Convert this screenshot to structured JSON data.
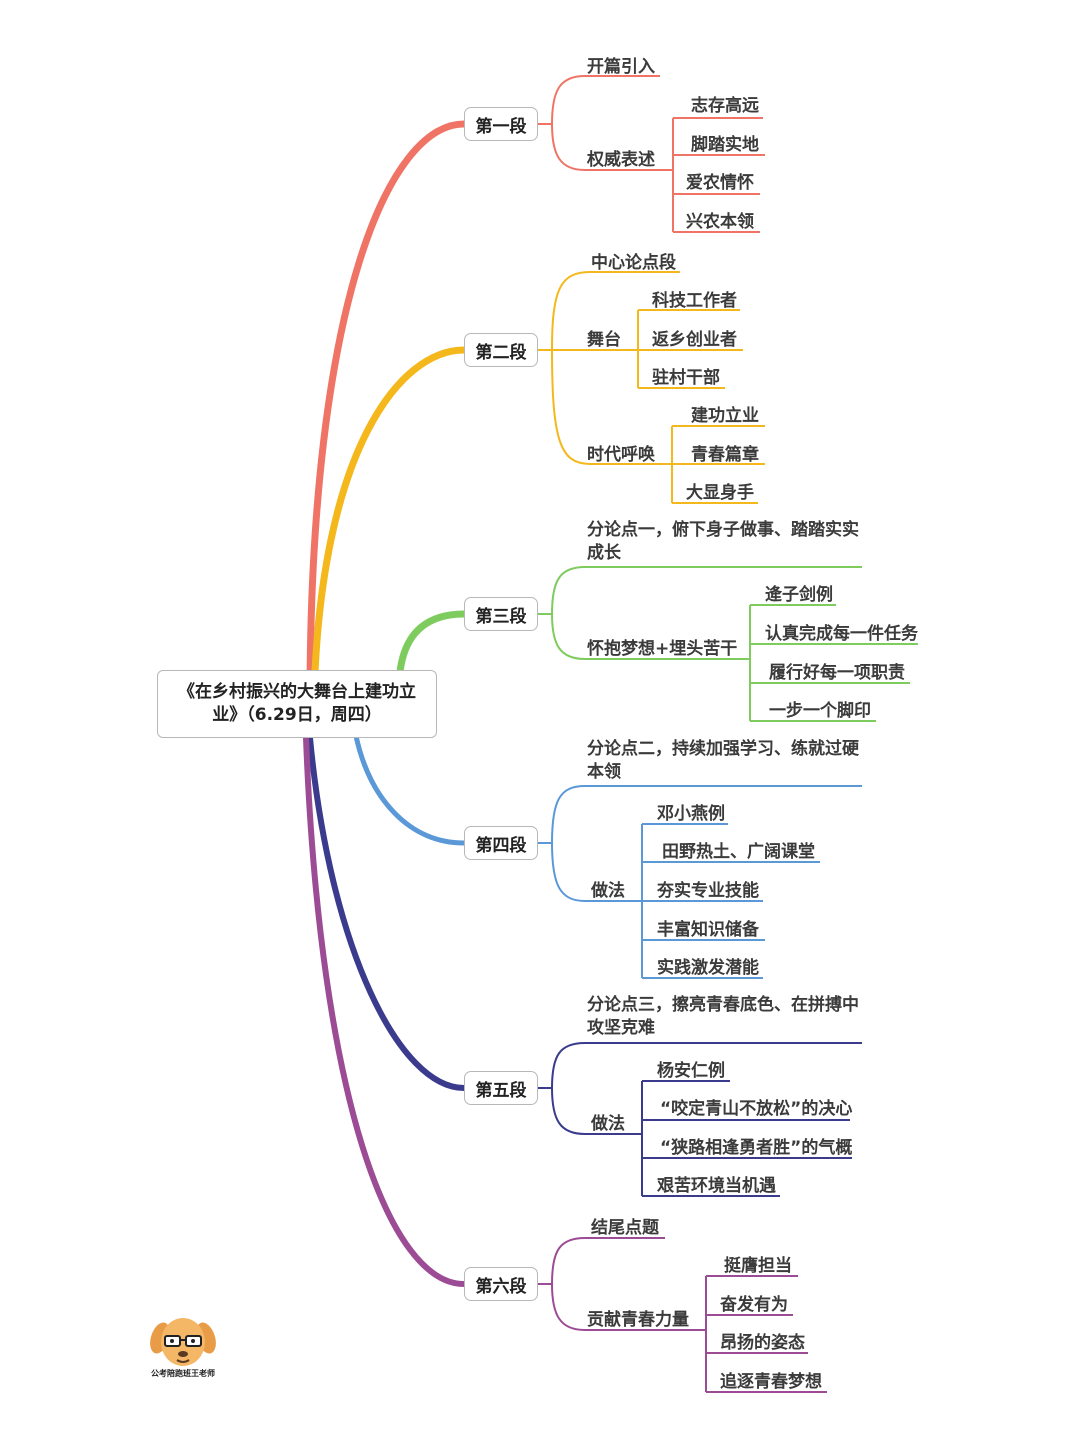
{
  "root": {
    "title": "《在乡村振兴的大舞台上建功立业》（6.29日，周四）"
  },
  "colors": {
    "s1": "#f07466",
    "s2": "#f5b81c",
    "s3": "#7ecb5e",
    "s4": "#5a98d8",
    "s5": "#3b3b8e",
    "s6": "#9c4c94"
  },
  "sections": [
    {
      "label": "第一段",
      "items": [
        {
          "label": "开篇引入",
          "children": []
        },
        {
          "label": "权威表述",
          "children": [
            "志存高远",
            "脚踏实地",
            "爱农情怀",
            "兴农本领"
          ]
        }
      ]
    },
    {
      "label": "第二段",
      "items": [
        {
          "label": "中心论点段",
          "children": []
        },
        {
          "label": "舞台",
          "children": [
            "科技工作者",
            "返乡创业者",
            "驻村干部"
          ]
        },
        {
          "label": "时代呼唤",
          "children": [
            "建功立业",
            "青春篇章",
            "大显身手"
          ]
        }
      ]
    },
    {
      "label": "第三段",
      "items": [
        {
          "label": "分论点一，俯下身子做事、踏踏实实成长",
          "children": []
        },
        {
          "label": "怀抱梦想+埋头苦干",
          "children": [
            "逄子剑例",
            "认真完成每一件任务",
            "履行好每一项职责",
            "一步一个脚印"
          ]
        }
      ]
    },
    {
      "label": "第四段",
      "items": [
        {
          "label": "分论点二，持续加强学习、练就过硬本领",
          "children": []
        },
        {
          "label": "做法",
          "children": [
            "邓小燕例",
            "田野热土、广阔课堂",
            "夯实专业技能",
            "丰富知识储备",
            "实践激发潜能"
          ]
        }
      ]
    },
    {
      "label": "第五段",
      "items": [
        {
          "label": "分论点三，擦亮青春底色、在拼搏中攻坚克难",
          "children": []
        },
        {
          "label": "做法",
          "children": [
            "杨安仁例",
            "“咬定青山不放松”的决心",
            "“狭路相逢勇者胜”的气概",
            "艰苦环境当机遇"
          ]
        }
      ]
    },
    {
      "label": "第六段",
      "items": [
        {
          "label": "结尾点题",
          "children": []
        },
        {
          "label": "贡献青春力量",
          "children": [
            "挺膺担当",
            "奋发有为",
            "昂扬的姿态",
            "追逐青春梦想"
          ]
        }
      ]
    }
  ],
  "watermark": {
    "text": "公考陪跑班王老师",
    "icon": "dog-avatar-icon"
  }
}
